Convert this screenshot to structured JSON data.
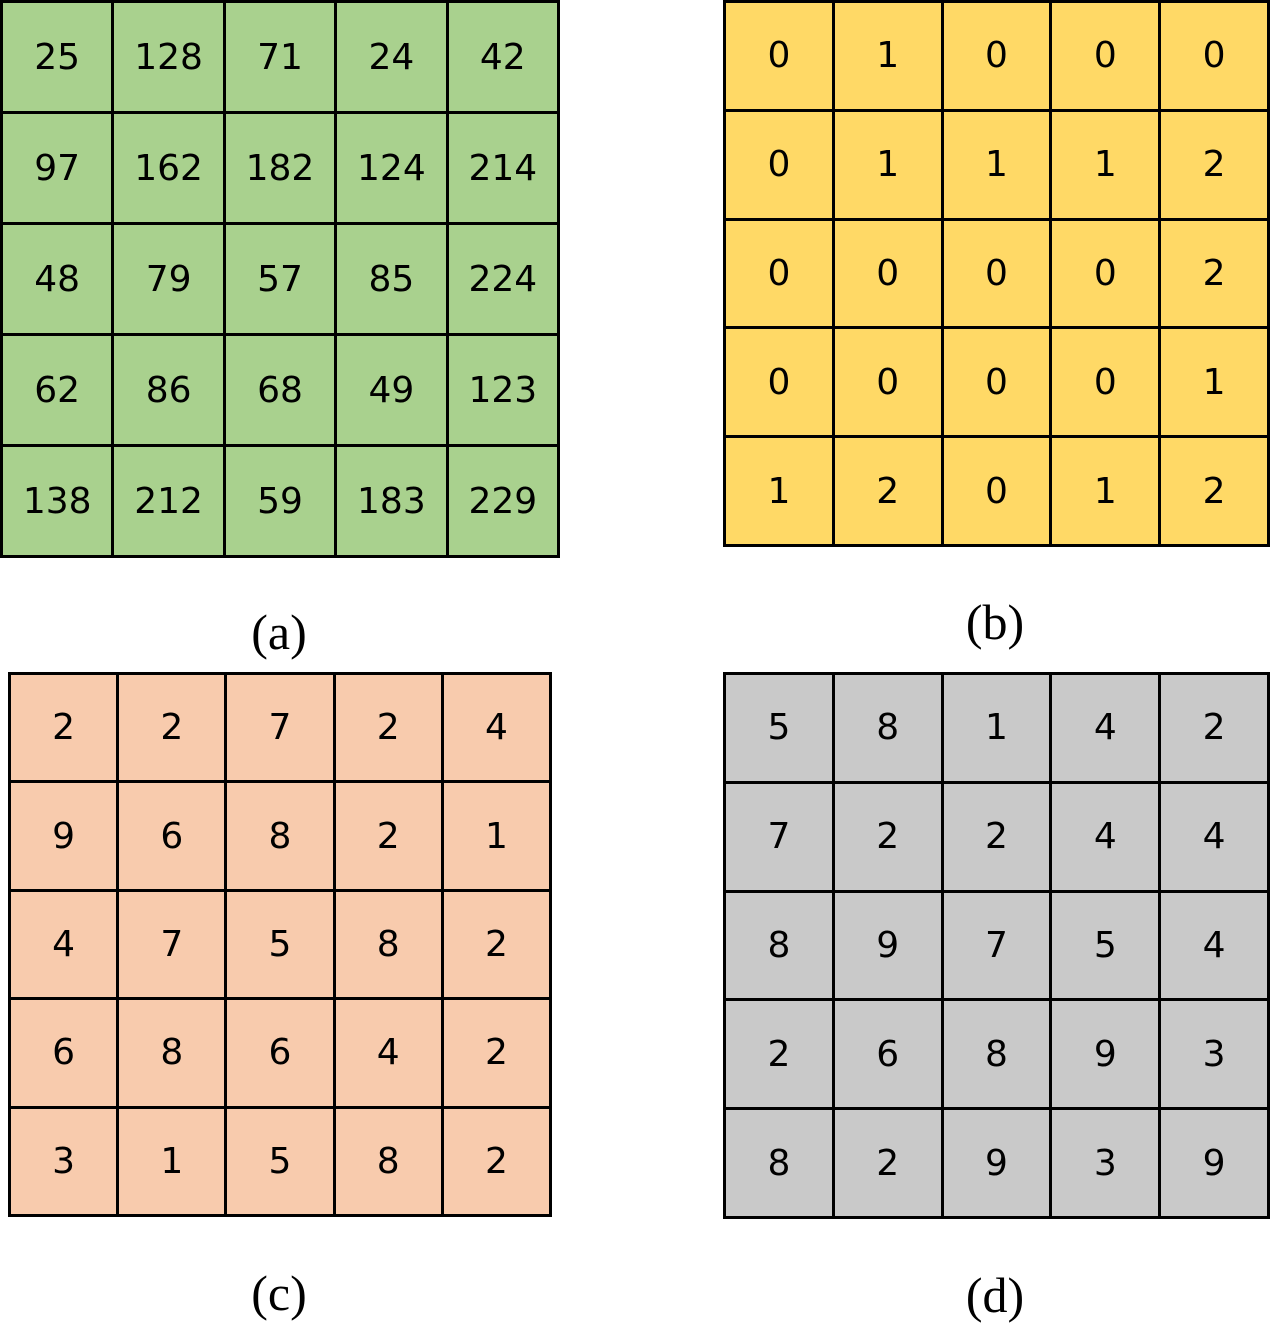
{
  "panels": {
    "a": {
      "caption": "(a)",
      "fill_color": "#a9d18e",
      "rows": [
        [
          25,
          128,
          71,
          24,
          42
        ],
        [
          97,
          162,
          182,
          124,
          214
        ],
        [
          48,
          79,
          57,
          85,
          224
        ],
        [
          62,
          86,
          68,
          49,
          123
        ],
        [
          138,
          212,
          59,
          183,
          229
        ]
      ]
    },
    "b": {
      "caption": "(b)",
      "fill_color": "#ffd966",
      "rows": [
        [
          0,
          1,
          0,
          0,
          0
        ],
        [
          0,
          1,
          1,
          1,
          2
        ],
        [
          0,
          0,
          0,
          0,
          2
        ],
        [
          0,
          0,
          0,
          0,
          1
        ],
        [
          1,
          2,
          0,
          1,
          2
        ]
      ]
    },
    "c": {
      "caption": "(c)",
      "fill_color": "#f8cbad",
      "rows": [
        [
          2,
          2,
          7,
          2,
          4
        ],
        [
          9,
          6,
          8,
          2,
          1
        ],
        [
          4,
          7,
          5,
          8,
          2
        ],
        [
          6,
          8,
          6,
          4,
          2
        ],
        [
          3,
          1,
          5,
          8,
          2
        ]
      ]
    },
    "d": {
      "caption": "(d)",
      "fill_color": "#c9c9c9",
      "rows": [
        [
          5,
          8,
          1,
          4,
          2
        ],
        [
          7,
          2,
          2,
          4,
          4
        ],
        [
          8,
          9,
          7,
          5,
          4
        ],
        [
          2,
          6,
          8,
          9,
          3
        ],
        [
          8,
          2,
          9,
          3,
          9
        ]
      ]
    }
  }
}
